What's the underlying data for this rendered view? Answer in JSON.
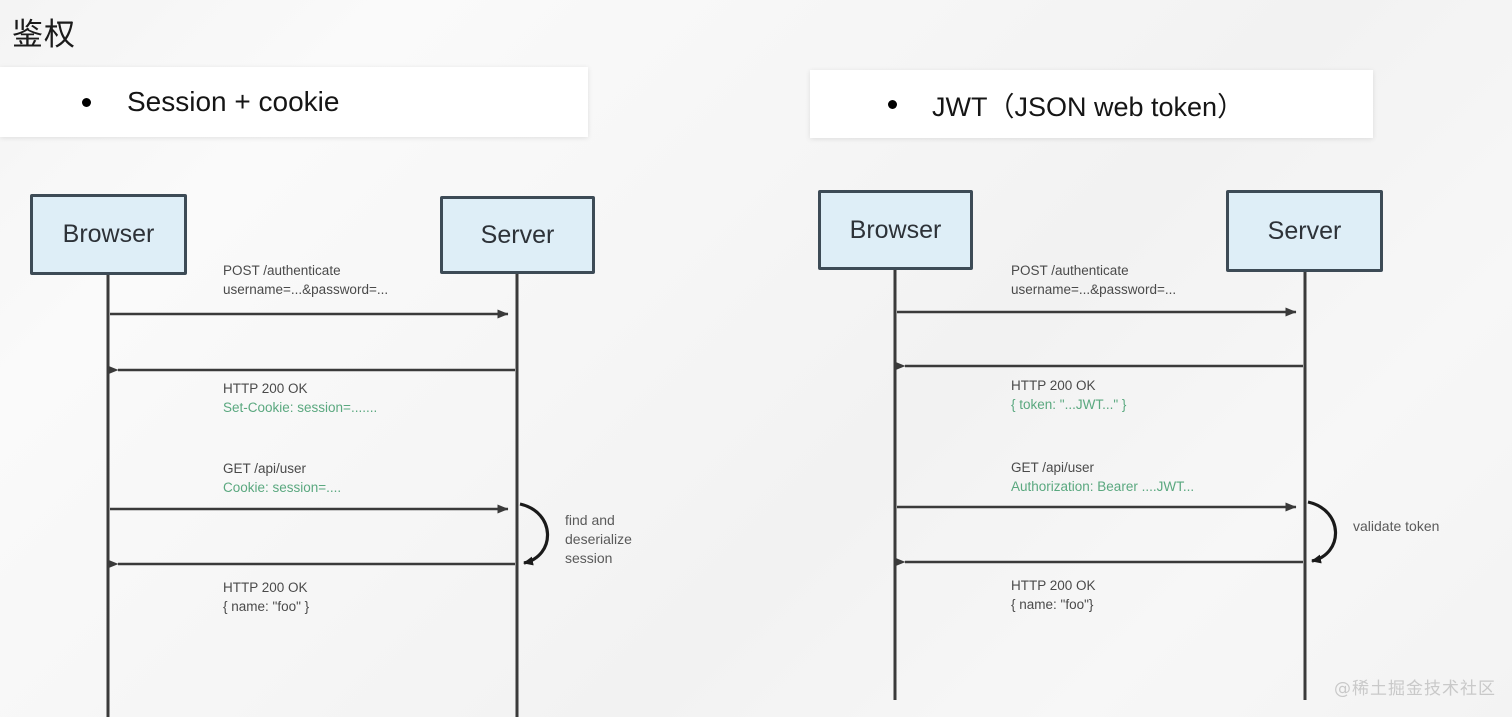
{
  "slide": {
    "title": "鉴权",
    "watermark": "@稀土掘金技术社区"
  },
  "colors": {
    "actor_fill": "#deeef7",
    "actor_stroke": "#3d4b56",
    "arrow": "#3a3a3a",
    "header_text": "#151515",
    "message_text": "#4a4a4a",
    "highlight_green": "#5aa87f",
    "watermark": "#c9c9c9",
    "background": "#f4f4f4"
  },
  "panels": [
    {
      "id": "session-cookie",
      "header": {
        "bullet": "•",
        "text": "Session + cookie"
      },
      "actors": [
        {
          "id": "browser",
          "label": "Browser"
        },
        {
          "id": "server",
          "label": "Server"
        }
      ],
      "messages": [
        {
          "direction": "request",
          "line1": "POST /authenticate",
          "line2": "username=...&password=...",
          "line2_green": false
        },
        {
          "direction": "response",
          "line1": "HTTP 200 OK",
          "line2": "Set-Cookie: session=.......",
          "line2_green": true
        },
        {
          "direction": "request",
          "line1": "GET /api/user",
          "line2": "Cookie: session=....",
          "line2_green": true
        },
        {
          "direction": "response",
          "line1": "HTTP 200 OK",
          "line2": "{ name: \"foo\" }",
          "line2_green": false
        }
      ],
      "self_note": "find and\ndeserialize\nsession",
      "self_note_lines": [
        "find and",
        "deserialize",
        "session"
      ]
    },
    {
      "id": "jwt",
      "header": {
        "bullet": "•",
        "text": "JWT（JSON web token）"
      },
      "actors": [
        {
          "id": "browser",
          "label": "Browser"
        },
        {
          "id": "server",
          "label": "Server"
        }
      ],
      "messages": [
        {
          "direction": "request",
          "line1": "POST /authenticate",
          "line2": "username=...&password=...",
          "line2_green": false
        },
        {
          "direction": "response",
          "line1": "HTTP 200 OK",
          "line2": "{ token: \"...JWT...\" }",
          "line2_green": true
        },
        {
          "direction": "request",
          "line1": "GET /api/user",
          "line2": "Authorization: Bearer ....JWT...",
          "line2_green": true
        },
        {
          "direction": "response",
          "line1": "HTTP 200 OK",
          "line2": "{ name: \"foo\"}",
          "line2_green": false
        }
      ],
      "self_note": "validate token",
      "self_note_lines": [
        "validate token"
      ]
    }
  ]
}
